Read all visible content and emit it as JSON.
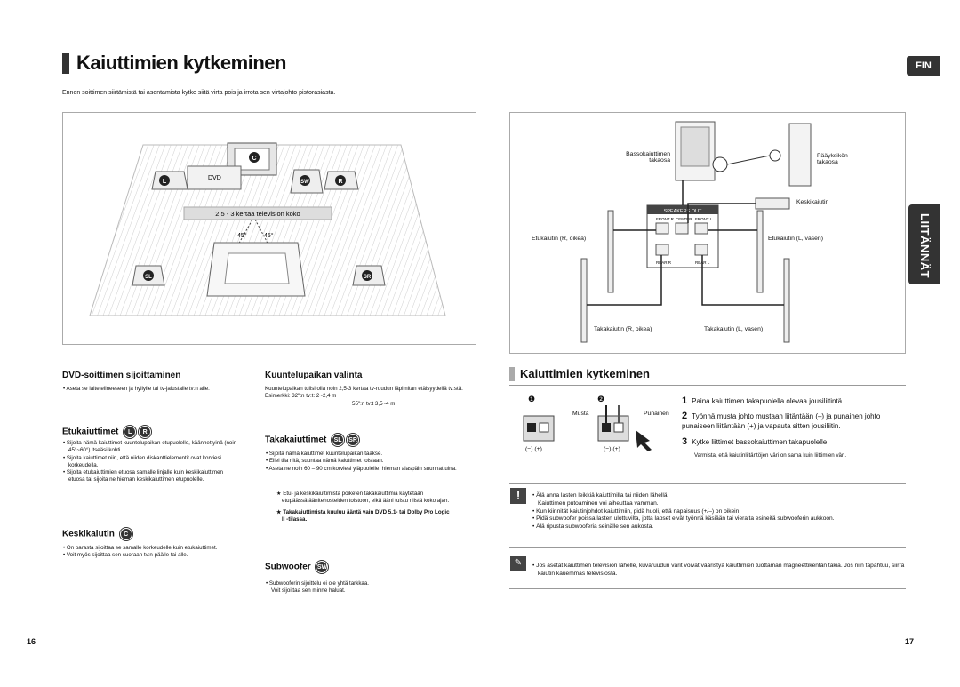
{
  "page": {
    "title": "Kaiuttimien kytkeminen",
    "intro": "Ennen soittimen siirtämistä tai asentamista kytke siitä virta pois ja irrota sen virtajohto pistorasiasta.",
    "lang_badge": "FIN",
    "side_tab": "LIITÄNNÄT",
    "page_left": "16",
    "page_right": "17"
  },
  "room_diagram": {
    "dvd_label": "DVD",
    "distance_label": "2,5 - 3 kertaa television koko",
    "angle_left": "45°",
    "angle_right": "45°",
    "speakers": {
      "c": "C",
      "l": "L",
      "sw": "SW",
      "r": "R",
      "sl": "SL",
      "sr": "SR"
    }
  },
  "wiring_diagram": {
    "subwoofer_rear": "Bassokaiuttimen takaosa",
    "main_unit_rear": "Pääyksikön takaosa",
    "center": "Keskikaiutin",
    "front_right": "Etukaiutin (R, oikea)",
    "front_left": "Etukaiutin (L, vasen)",
    "rear_right": "Takakaiutin (R, oikea)",
    "rear_left": "Takakaiutin (L, vasen)",
    "speakers_out": "SPEAKERS OUT",
    "front_r": "FRONT R",
    "center_term": "CENTER",
    "front_l": "FRONT L",
    "rear_r": "REAR R",
    "rear_l": "REAR L"
  },
  "col1": {
    "heading": "DVD-soittimen sijoittaminen",
    "items": [
      "Aseta se laitetelineeseen ja hyllylle tai tv-jalustalle tv:n alle."
    ],
    "front_heading": "Etukaiuttimet",
    "front_badges": [
      "L",
      "R"
    ],
    "front_items": [
      "Sijoita nämä kaiuttimet kuuntelupaikan etupuolelle, käännettyinä (noin 45°~60°) itseäsi kohti.",
      "Sijoita kaiuttimet niin, että niiden diskanttielementit ovat korviesi korkeudella.",
      "Sijoita etukaiuttimien etuosa samalle linjalle kuin keskikaiuttimen etuosa tai sijoita ne hieman keskikaiuttimen etupuolelle."
    ],
    "center_heading": "Keskikaiutin",
    "center_badge": "C",
    "center_items": [
      "On parasta sijoittaa se samalle korkeudelle kuin etukaiuttimet.",
      "Voit myös sijoittaa sen suoraan tv:n päälle tai alle."
    ]
  },
  "col2": {
    "heading": "Kuuntelupaikan valinta",
    "text1": "Kuuntelupaikan tulisi olla noin 2,5-3 kertaa tv-ruudun läpimitan etäisyydellä tv:stä. Esimerkki: 32\":n tv:t: 2~2,4 m",
    "text2": "55\":n tv:t 3,5~4 m",
    "rear_heading": "Takakaiuttimet",
    "rear_badges": [
      "SL",
      "SR"
    ],
    "rear_items": [
      "Sijoita nämä kaiuttimet kuuntelupaikan taakse.",
      "Ellei tila riitä, suuntaa nämä kaiuttimet toisiaan.",
      "Aseta ne noin 60 – 90 cm korviesi yläpuolelle, hieman alaspäin suunnattuina."
    ],
    "note1": "Etu- ja keskikaiuttimista poiketen takakaiuttimia käytetään etupäässä äänitehosteiden toistoon, eikä ääni tuistu niistä koko ajan.",
    "note2": "Takakaiuttimista kuuluu ääntä vain DVD 5.1- tai Dolby Pro Logic II -tilassa.",
    "sub_heading": "Subwoofer",
    "sub_badge": "SW",
    "sub_items": [
      "Subwooferin sijoittelu ei ole yhtä tarkkaa."
    ],
    "sub_text": "Voit sijoittaa sen minne haluat."
  },
  "right": {
    "heading": "Kaiuttimien kytkeminen",
    "fig1": "❶",
    "fig2": "❷",
    "black": "Musta",
    "red": "Punainen",
    "minus_plus": "(−) (+)",
    "steps": [
      {
        "n": "1",
        "text": "Paina kaiuttimen takapuolella olevaa jousiliitintä."
      },
      {
        "n": "2",
        "text": "Työnnä musta johto mustaan liitäntään (–) ja punainen johto punaiseen liitäntään (+) ja vapauta sitten jousiliitin."
      },
      {
        "n": "3",
        "text": "Kytke liittimet bassokaiuttimen takapuolelle."
      }
    ],
    "step3_note": "Varmista, että kaiutinliitäntöjen väri on sama kuin liittimien väri.",
    "warnings": [
      "Älä anna lasten leikkiä kaiuttimilla tai niiden lähellä.",
      "Kaiuttimen putoaminen voi aiheuttaa vamman.",
      "Kun kiinnität kaiutinjohdot kaiuttimiin, pidä huoli, että napaisuus (+/–) on oikein.",
      "Pidä subwoofer poissa lasten ulottuvilta, jotta lapset eivät työnnä käsiään tai vieraita esineitä subwooferin aukkoon.",
      "Älä ripusta subwooferia seinälle sen aukosta."
    ],
    "note": "Jos asetat kaiuttimen television lähelle, kuvaruudun värit voivat vääristyä kaiuttimien tuottaman magneettikentän takia. Jos niin tapahtuu, siirrä kaiutin kauemmas televisiosta."
  }
}
